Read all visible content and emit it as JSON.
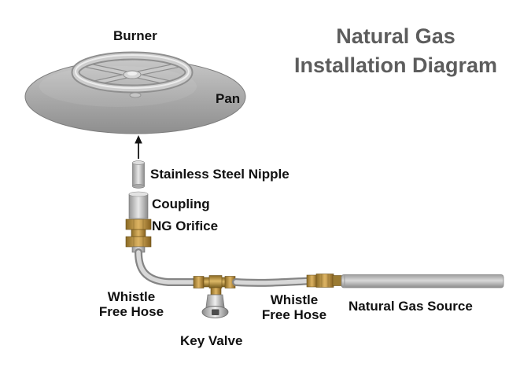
{
  "title": {
    "line1": "Natural Gas",
    "line2": "Installation Diagram"
  },
  "labels": {
    "burner": "Burner",
    "pan": "Pan",
    "nipple": "Stainless Steel Nipple",
    "coupling": "Coupling",
    "ng_orifice": "NG Orifice",
    "whistle_left": {
      "line1": "Whistle",
      "line2": "Free Hose"
    },
    "key_valve": "Key Valve",
    "whistle_right": {
      "line1": "Whistle",
      "line2": "Free Hose"
    },
    "gas_source": "Natural Gas Source"
  },
  "colors": {
    "title_text": "#5d5d5d",
    "label_text": "#111111",
    "brass": "#c9a24b",
    "stainless": "#c0c0c0",
    "background": "#ffffff"
  }
}
